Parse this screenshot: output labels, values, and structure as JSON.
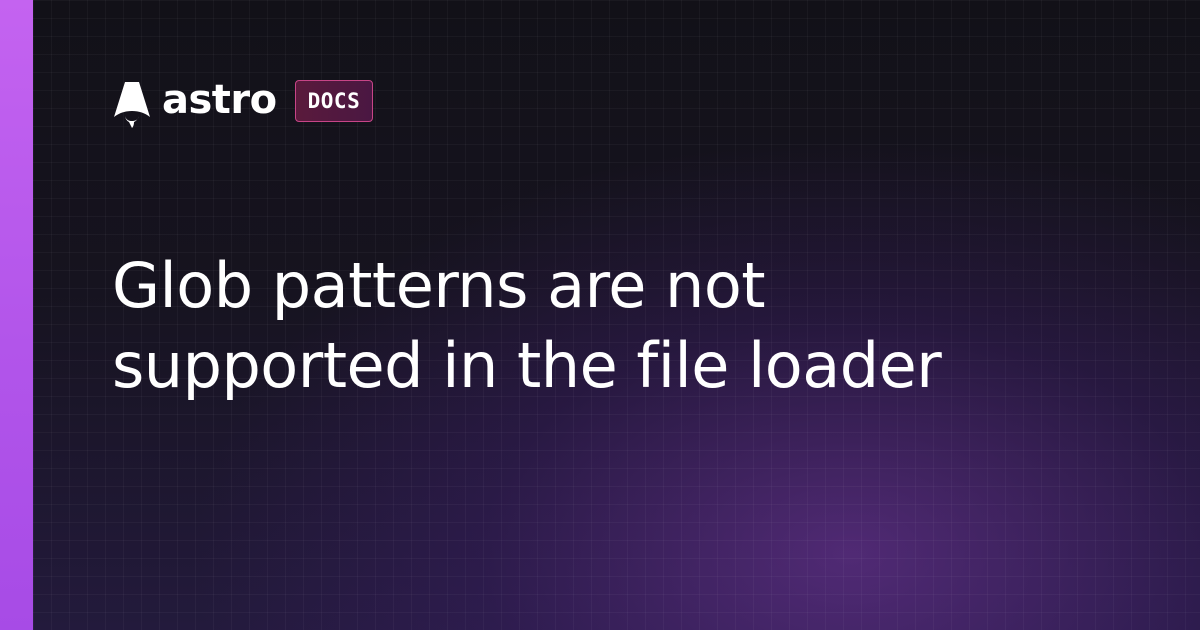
{
  "brand": {
    "logo_icon": "astro-rocket-icon",
    "wordmark": "astro",
    "badge": "DOCS"
  },
  "page": {
    "title": "Glob patterns are not supported in the file loader"
  },
  "colors": {
    "accent_stripe": "#b255ea",
    "background": "#131019",
    "badge_border": "#c74587",
    "badge_fill": "#5a1a3c",
    "text": "#ffffff"
  }
}
